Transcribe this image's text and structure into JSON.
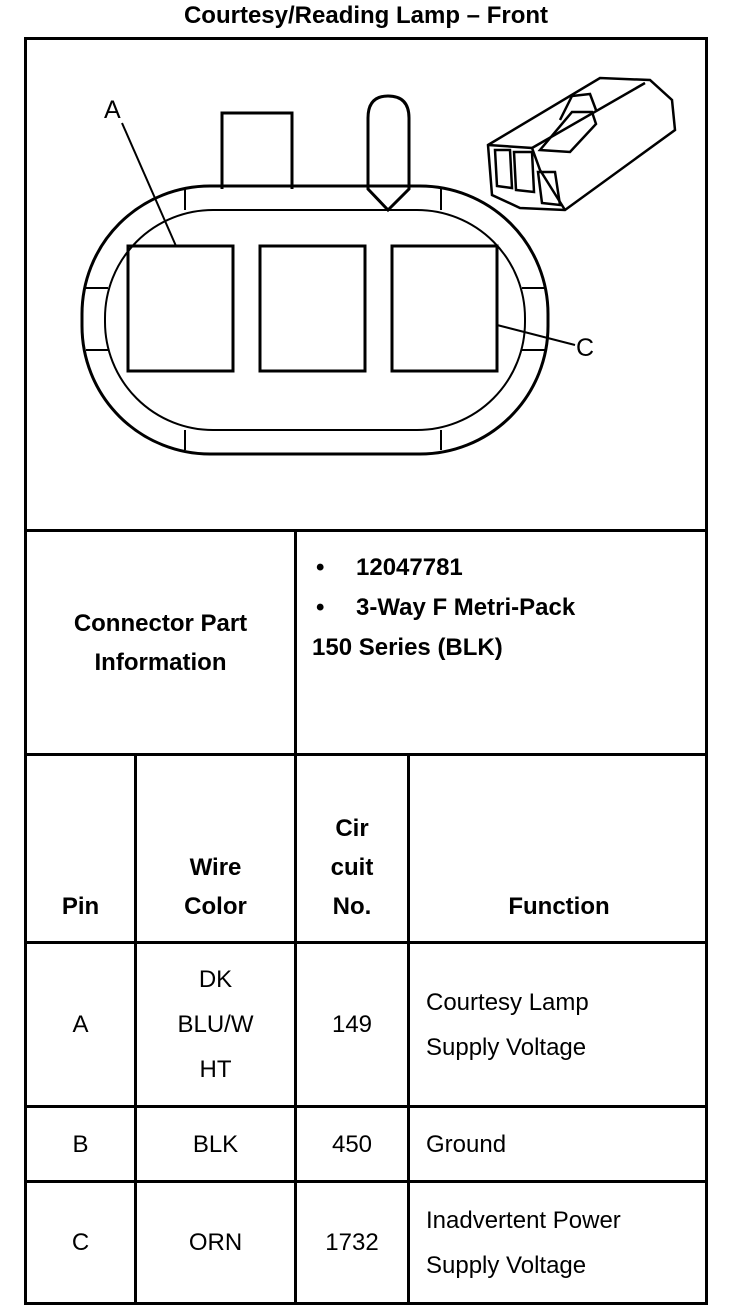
{
  "title": "Courtesy/Reading Lamp – Front",
  "diagram": {
    "callout_a": "A",
    "callout_c": "C"
  },
  "connector_info": {
    "label_line1": "Connector Part",
    "label_line2": "Information",
    "bullet_glyph": "•",
    "items": [
      "12047781",
      "3-Way F Metri-Pack"
    ],
    "continuation": "150 Series (BLK)"
  },
  "table": {
    "headers": {
      "pin": "Pin",
      "wire_color": [
        "Wire",
        "Color"
      ],
      "circuit": [
        "Cir",
        "cuit",
        "No."
      ],
      "function": "Function"
    },
    "rows": [
      {
        "pin": "A",
        "wire_color": [
          "DK",
          "BLU/W",
          "HT"
        ],
        "circuit": "149",
        "function": [
          "Courtesy Lamp",
          "Supply Voltage"
        ]
      },
      {
        "pin": "B",
        "wire_color": [
          "BLK"
        ],
        "circuit": "450",
        "function": [
          "Ground"
        ]
      },
      {
        "pin": "C",
        "wire_color": [
          "ORN"
        ],
        "circuit": "1732",
        "function": [
          "Inadvertent Power",
          "Supply Voltage"
        ]
      }
    ]
  }
}
